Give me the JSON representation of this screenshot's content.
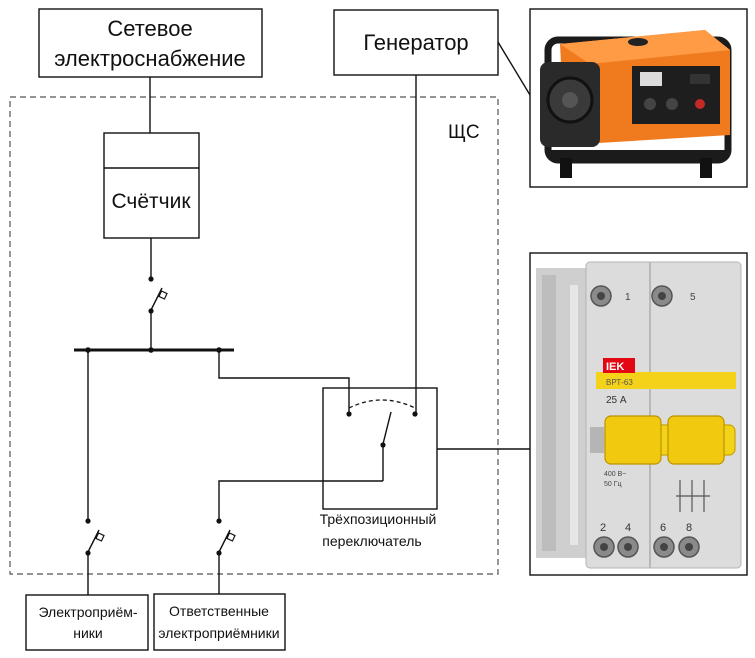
{
  "labels": {
    "grid_line1": "Сетевое",
    "grid_line2": "электроснабжение",
    "generator": "Генератор",
    "panel": "ЩС",
    "meter": "Счётчик",
    "switch_line1": "Трёхпозиционный",
    "switch_line2": "переключатель",
    "consumers_line1": "Электроприём-",
    "consumers_line2": "ники",
    "critical_line1": "Ответственные",
    "critical_line2": "электроприёмники"
  },
  "device": {
    "brand": "IEK",
    "model": "ВРТ-63",
    "rating": "25 А",
    "spec_line1": "400 В~",
    "spec_line2": "50 Гц",
    "terminals_top": [
      "1",
      "5"
    ],
    "terminals_bottom": [
      "2",
      "4",
      "6",
      "8"
    ]
  },
  "colors": {
    "line": "#111111",
    "generator_orange": "#f07a1e",
    "switch_yellow": "#f5d21a",
    "brand_red": "#e30613",
    "device_gray": "#dcdcdc"
  }
}
